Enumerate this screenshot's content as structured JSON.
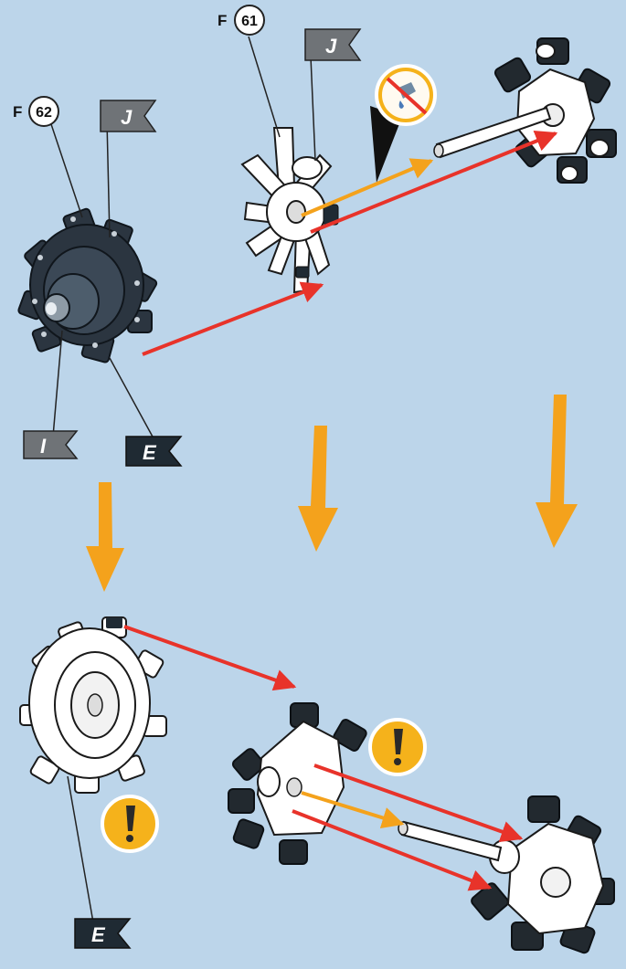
{
  "parts": {
    "f62": {
      "prefix": "F",
      "number": "62"
    },
    "f61": {
      "prefix": "F",
      "number": "61"
    }
  },
  "flags": {
    "j_left": "J",
    "j_right": "J",
    "i_flag": "I",
    "e_top": "E",
    "e_bottom": "E"
  },
  "colors": {
    "background": "#bcd5ea",
    "arrow_red": "#e8332a",
    "arrow_orange": "#f4a21c",
    "part_dark": "#2b3540",
    "flag_grey": "#6f7377",
    "flag_dark": "#1f2a33",
    "warning_yellow": "#f5b21b"
  },
  "icons": {
    "warning_1": "exclamation-warning-icon",
    "warning_2": "exclamation-warning-icon",
    "no_oil": "no-lubricant-icon"
  }
}
